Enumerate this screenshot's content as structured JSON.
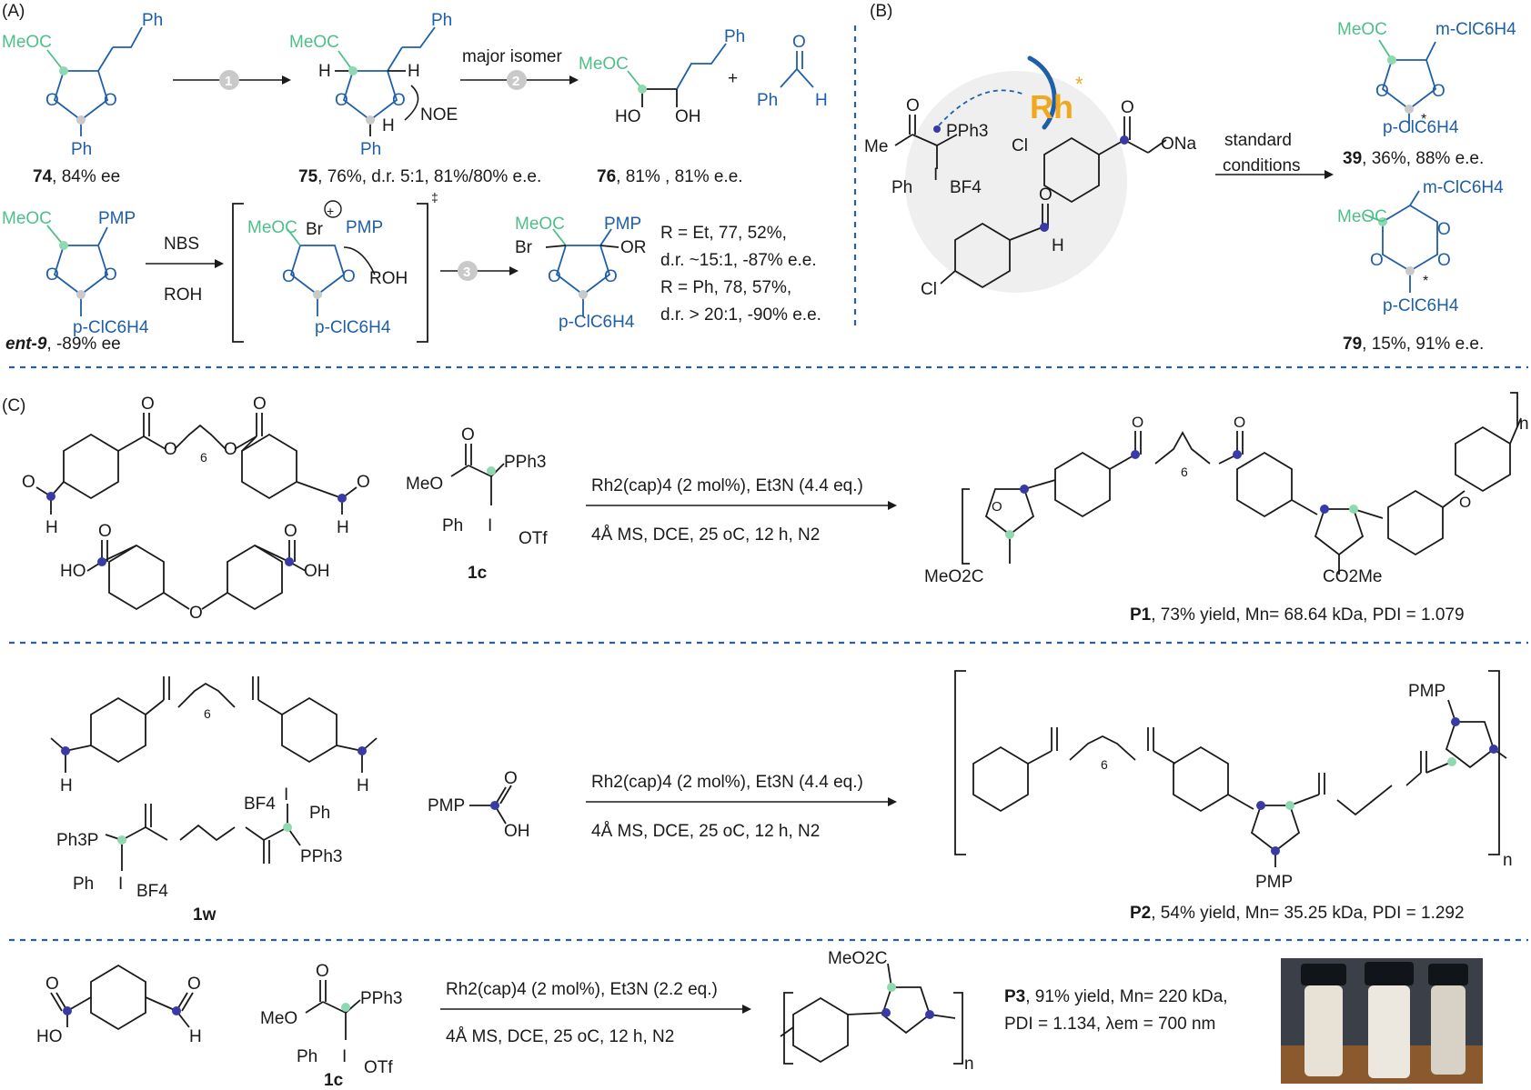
{
  "panels": {
    "a": "(A)",
    "b": "(B)",
    "c": "(C)"
  },
  "panelA": {
    "c74": {
      "sub1": "MeOC",
      "sub2": "Ph",
      "sub3": "Ph",
      "o1": "O",
      "o2": "O",
      "caption_num": "74",
      "caption_rest": ", 84% ee"
    },
    "step1": "1",
    "c75": {
      "sub1": "MeOC",
      "sub2": "Ph",
      "h1": "H",
      "h2": "H",
      "h3": "H",
      "o1": "O",
      "o2": "O",
      "ph": "Ph",
      "noe": "NOE",
      "caption_num": "75",
      "caption_rest": ", 76%, d.r. 5:1, 81%/80% e.e."
    },
    "step2_label": "major isomer",
    "step2": "2",
    "c76": {
      "sub1": "MeOC",
      "ph": "Ph",
      "oh1": "HO",
      "oh2": "OH",
      "caption_num": "76",
      "caption_rest": ", 81% , 81% e.e."
    },
    "plus": "+",
    "benzaldehyde": {
      "ph": "Ph",
      "o": "O",
      "h": "H"
    },
    "ent9": {
      "sub1": "MeOC",
      "sub2": "PMP",
      "o1": "O",
      "o2": "O",
      "aryl": "p-ClC6H4",
      "caption_num": "ent-9",
      "caption_rest": ", -89% ee"
    },
    "nbs": "NBS",
    "roh": "ROH",
    "ts": {
      "sub1": "MeOC",
      "br": "Br",
      "pmp": "PMP",
      "roh": "ROH",
      "aryl": "p-ClC6H4",
      "o1": "O",
      "o2": "O",
      "dagger": "‡",
      "plus": "+"
    },
    "step3": "3",
    "c77": {
      "sub1": "MeOC",
      "pmp": "PMP",
      "br": "Br",
      "or": "OR",
      "aryl": "p-ClC6H4",
      "o1": "O",
      "o2": "O"
    },
    "results": [
      "R = Et, 77, 52%,",
      "d.r. ~15:1, -87% e.e.",
      "R = Ph, 78, 57%,",
      "d.r. > 20:1, -90% e.e."
    ]
  },
  "panelB": {
    "me": "Me",
    "pph3": "PPh3",
    "ph": "Ph",
    "i": "I",
    "bf4": "BF4",
    "o": "O",
    "rh": "Rh",
    "star": "*",
    "cl1": "Cl",
    "ona": "ONa",
    "cl2": "Cl",
    "h": "H",
    "conditions1": "standard",
    "conditions2": "conditions",
    "p39": {
      "sub1": "MeOC",
      "aryl1": "m-ClC6H4",
      "aryl2": "p-ClC6H4",
      "o1": "O",
      "o2": "O",
      "star": "*",
      "caption_num": "39",
      "caption_rest": ", 36%, 88% e.e."
    },
    "p79": {
      "sub1": "MeOC",
      "aryl1": "m-ClC6H4",
      "aryl2": "p-ClC6H4",
      "o1": "O",
      "o2": "O",
      "o3": "O",
      "star": "*",
      "caption_num": "79",
      "caption_rest": ", 15%, 91% e.e."
    }
  },
  "panelC": {
    "row1": {
      "dialdehyde": {
        "h1": "H",
        "h2": "H",
        "o1": "O",
        "o2": "O",
        "o3": "O",
        "o4": "O",
        "o5": "O",
        "o6": "O",
        "six": "6"
      },
      "diacid": {
        "ho": "HO",
        "oh": "OH",
        "o1": "O",
        "o2": "O",
        "o3": "O"
      },
      "reagent": {
        "meo": "MeO",
        "pph3": "PPh3",
        "ph": "Ph",
        "i": "I",
        "otf": "OTf",
        "o": "O",
        "label": "1c"
      },
      "cond_top": "Rh2(cap)4 (2 mol%), Et3N (4.4 eq.)",
      "cond_bottom": "4Å MS, DCE, 25 oC, 12 h,  N2",
      "polymer": {
        "meo2c": "MeO2C",
        "co2me": "CO2Me",
        "n": "n",
        "six": "6"
      },
      "caption_label": "P1",
      "caption_rest": ", 73% yield, Mn= 68.64 kDa, PDI = 1.079"
    },
    "row2": {
      "dialdehyde": {
        "h1": "H",
        "h2": "H",
        "six": "6"
      },
      "reagent": {
        "ph3p": "Ph3P",
        "pph3": "PPh3",
        "ph1": "Ph",
        "ph2": "Ph",
        "i": "I",
        "bf4": "BF4",
        "label": "1w"
      },
      "acid": {
        "pmp": "PMP",
        "o": "O",
        "oh": "OH"
      },
      "cond_top": "Rh2(cap)4 (2 mol%), Et3N (4.4 eq.)",
      "cond_bottom": "4Å MS, DCE, 25 oC, 12 h,  N2",
      "polymer": {
        "pmp1": "PMP",
        "pmp2": "PMP",
        "n": "n",
        "six": "6"
      },
      "caption_label": "P2",
      "caption_rest": ", 54% yield, Mn= 35.25 kDa, PDI = 1.292"
    },
    "row3": {
      "monomer": {
        "ho": "HO",
        "h": "H",
        "o1": "O",
        "o2": "O"
      },
      "reagent": {
        "meo": "MeO",
        "pph3": "PPh3",
        "ph": "Ph",
        "i": "I",
        "otf": "OTf",
        "o": "O",
        "label": "1c"
      },
      "cond_top": "Rh2(cap)4 (2 mol%), Et3N (2.2 eq.)",
      "cond_bottom": "4Å MS, DCE, 25 oC, 12 h,  N2",
      "polymer": {
        "meo2c": "MeO2C",
        "n": "n"
      },
      "caption_line1_label": "P3",
      "caption_line1_rest": ", 91% yield, Mn= 220 kDa,",
      "caption_line2": "PDI = 1.134, λem = 700 nm"
    }
  },
  "colors": {
    "accent_green": "#4fbf8a",
    "accent_blue": "#1f5fa8",
    "dot_navy": "#3a3aa6",
    "rh_gold": "#f0a820",
    "separator": "#2a5fa5"
  }
}
